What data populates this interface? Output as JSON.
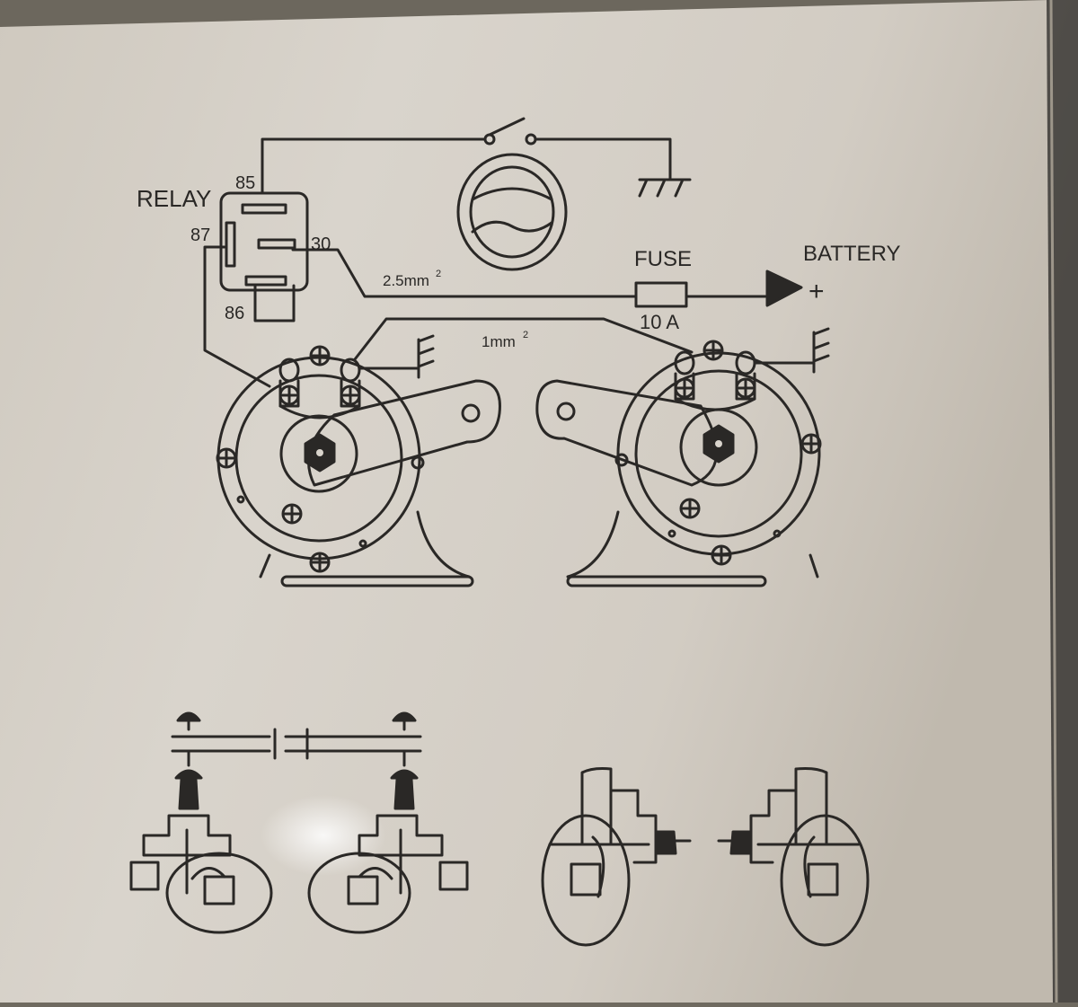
{
  "labels": {
    "relay": "RELAY",
    "pin85": "85",
    "pin87": "87",
    "pin30": "30",
    "pin86": "86",
    "fuse": "FUSE",
    "fuse_rating": "10 A",
    "battery": "BATTERY",
    "battery_sign": "+",
    "wire_main": "2.5mm",
    "wire_main_sup": "2",
    "wire_horn": "1mm",
    "wire_horn_sup": "2"
  },
  "colors": {
    "ink": "#2a2826",
    "box_light": "#d8d3cb",
    "box_mid": "#c9c3b9",
    "box_shadow": "#8e887d"
  }
}
